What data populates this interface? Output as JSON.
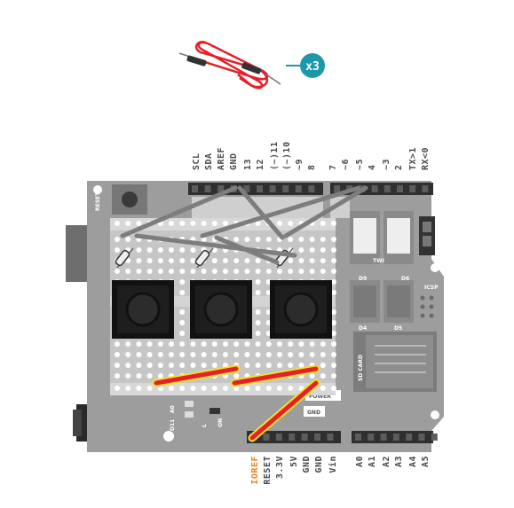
{
  "badge": {
    "label": "x3",
    "color": "#1a9aa8"
  },
  "top_labels": [
    "SCL",
    "SDA",
    "AREF",
    "GND",
    "13",
    "12",
    "(~)11",
    "(~)10",
    "~9",
    "8",
    "7",
    "~6",
    "~5",
    "4",
    "~3",
    "2",
    "TX>1",
    "RX<0"
  ],
  "bottom_labels": [
    "IOREF",
    "RESET",
    "3.3V",
    "5V",
    "GND",
    "GND",
    "Vin",
    "A0",
    "A1",
    "A2",
    "A3",
    "A4",
    "A5"
  ],
  "board_text": {
    "reset": "RESET",
    "power": "POWER",
    "gnd": "GND",
    "sd_card": "SD CARD",
    "twi": "TWI",
    "icsp": "ICSP",
    "d9": "D9",
    "d6": "D6",
    "d4": "D4",
    "d5": "D5",
    "d11": "D11",
    "a0": "A0",
    "l": "L",
    "on": "ON"
  },
  "colors": {
    "board": "#8e8e8e",
    "shield": "#a7a7a7",
    "breadboard": "#c9c9c9",
    "wire_red": "#e5202a",
    "wire_gray": "#7d7d7d",
    "highlight": "#f0821e",
    "outline_yellow": "#f5e12a"
  },
  "icons": [
    "jumper-wire-icon",
    "pushbutton-icon",
    "resistor-icon"
  ]
}
